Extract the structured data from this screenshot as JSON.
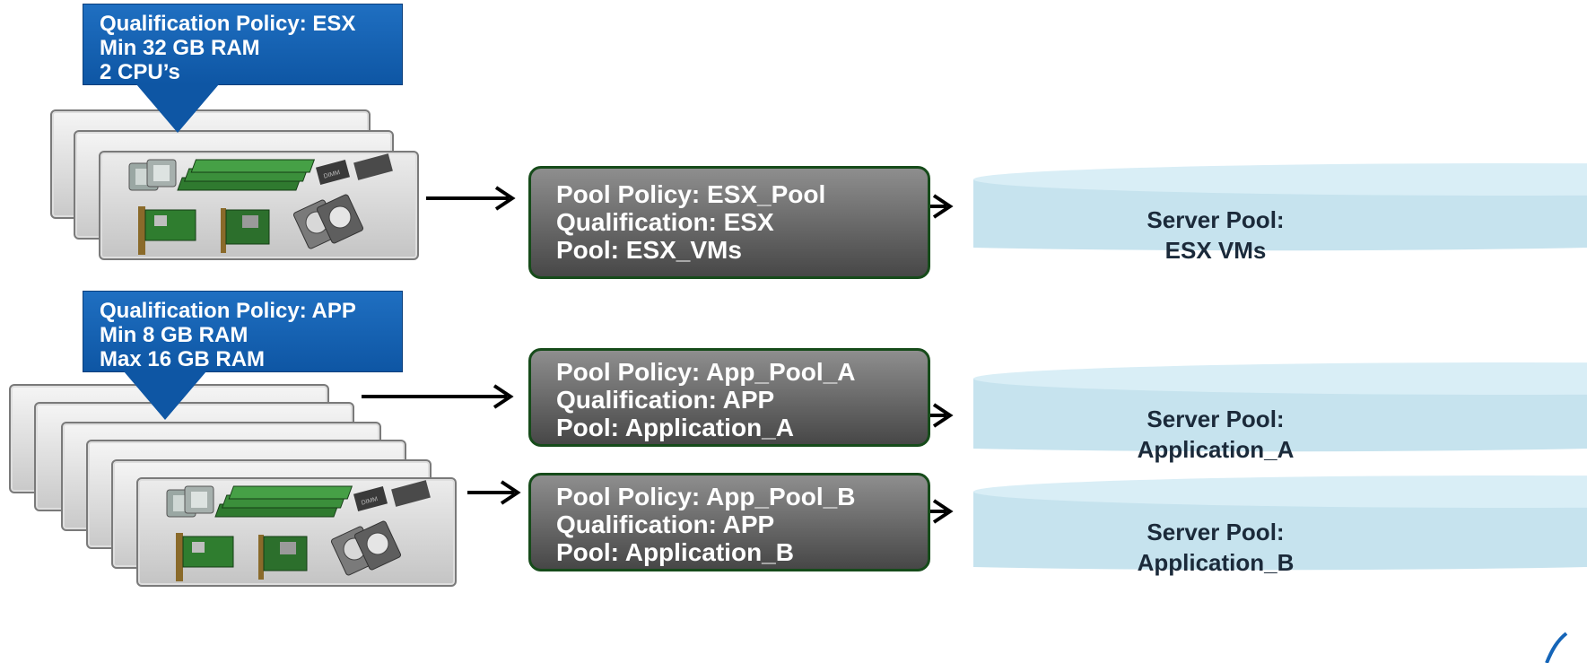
{
  "groups": [
    {
      "qualification_policy": {
        "lines": [
          "Qualification Policy: ESX",
          "Min 32 GB RAM",
          "2 CPU’s"
        ]
      }
    },
    {
      "qualification_policy": {
        "lines": [
          "Qualification Policy: APP",
          "Min 8 GB RAM",
          "Max 16 GB RAM"
        ]
      }
    }
  ],
  "pool_policies": [
    {
      "lines": [
        "Pool Policy: ESX_Pool",
        "Qualification: ESX",
        "Pool: ESX_VMs"
      ]
    },
    {
      "lines": [
        "Pool Policy: App_Pool_A",
        "Qualification: APP",
        "Pool: Application_A"
      ]
    },
    {
      "lines": [
        "Pool Policy: App_Pool_B",
        "Qualification: APP",
        "Pool: Application_B"
      ]
    }
  ],
  "server_pools": [
    {
      "lines": [
        "Server Pool:",
        "ESX VMs"
      ]
    },
    {
      "lines": [
        "Server Pool:",
        "Application_A"
      ]
    },
    {
      "lines": [
        "Server Pool:",
        "Application_B"
      ]
    }
  ],
  "component_labels": {
    "memory_chip": "DIMM"
  },
  "colors": {
    "callout_blue": "#1565b8",
    "policy_box_fill": "#6a6a6a",
    "policy_box_border": "#164b1a",
    "cylinder_fill": "#c6e3ee"
  }
}
